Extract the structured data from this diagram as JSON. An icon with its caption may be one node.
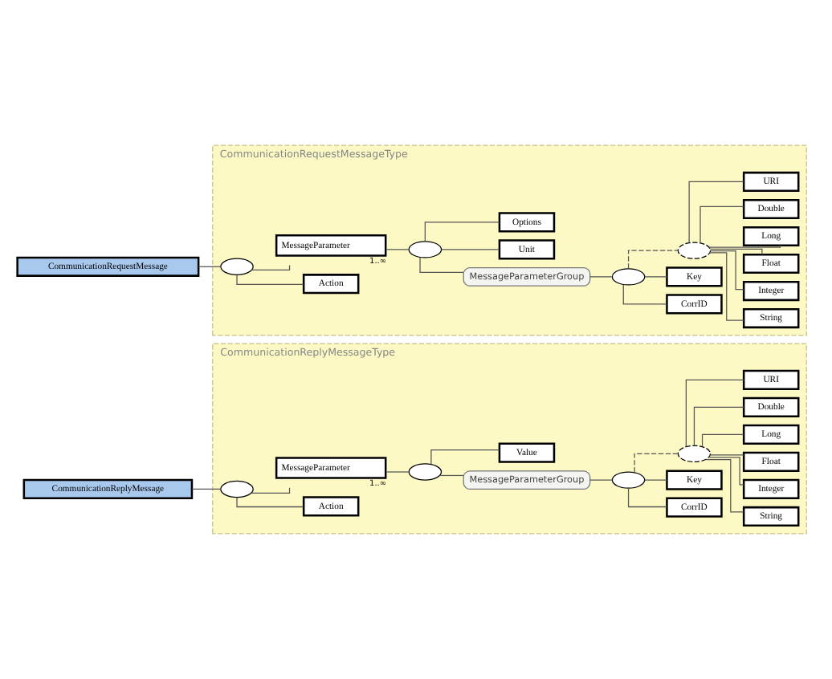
{
  "diagram": {
    "nodes": [
      {
        "text": [
          "CommunicationReplyMessage"
        ]
      },
      {
        "text": [
          "CommunicationReplyMessageType"
        ]
      },
      {
        "text": [],
        "shape": "oval",
        "in": 1
      },
      {
        "text": [
          "Action"
        ],
        "in": 1
      },
      {
        "text": [
          "MessageParameter"
        ],
        "in": 1,
        "beside": [
          "1..∞"
        ]
      },
      {
        "text": [],
        "shape": "oval",
        "in": 1
      },
      {
        "text": [
          "MessageParameterGroup"
        ],
        "in": 1
      },
      {
        "text": [],
        "shape": "oval",
        "in": 1
      },
      {
        "text": [
          "CorrID"
        ],
        "in": 1
      },
      {
        "text": [
          "Key"
        ],
        "in": 1
      },
      {
        "text": [],
        "shape": "oval",
        "in": 1
      },
      {
        "text": [
          "String"
        ],
        "in": 1
      },
      {
        "text": [
          "Integer"
        ],
        "in": 1
      },
      {
        "text": [
          "Float"
        ],
        "in": 1
      },
      {
        "text": [
          "Long"
        ],
        "in": 1
      },
      {
        "text": [
          "Double"
        ],
        "in": 1
      },
      {
        "text": [
          "URI"
        ],
        "in": 1
      },
      {
        "text": [
          "Value"
        ],
        "in": 1
      },
      {
        "text": [
          "CommunicationRequestMessage"
        ]
      },
      {
        "text": [
          "CommunicationRequestMessageType"
        ]
      },
      {
        "text": [],
        "shape": "oval",
        "in": 19
      },
      {
        "text": [
          "Action"
        ],
        "in": 19
      },
      {
        "text": [
          "MessageParameter"
        ],
        "in": 19,
        "beside": [
          "1..∞"
        ]
      },
      {
        "text": [],
        "shape": "oval",
        "in": 19
      },
      {
        "text": [
          "MessageParameterGroup"
        ],
        "in": 19
      },
      {
        "text": [],
        "shape": "oval",
        "in": 19
      },
      {
        "text": [
          "CorrID"
        ],
        "in": 19
      },
      {
        "text": [
          "Key"
        ],
        "in": 19
      },
      {
        "text": [],
        "shape": "oval",
        "in": 19
      },
      {
        "text": [
          "String"
        ],
        "in": 19
      },
      {
        "text": [
          "Integer"
        ],
        "in": 19
      },
      {
        "text": [
          "Float"
        ],
        "in": 19
      },
      {
        "text": [
          "Long"
        ],
        "in": 19
      },
      {
        "text": [
          "Double"
        ],
        "in": 19
      },
      {
        "text": [
          "URI"
        ],
        "in": 19
      },
      {
        "text": [
          "Unit"
        ],
        "in": 19
      },
      {
        "text": [
          "Options"
        ],
        "in": 19
      }
    ],
    "edges": [
      {
        "from": 0,
        "to": 2,
        "arrow": "none"
      },
      {
        "from": 2,
        "to": 3,
        "arrow": "none"
      },
      {
        "from": 2,
        "to": 4,
        "arrow": "none"
      },
      {
        "from": 4,
        "to": 5,
        "arrow": "none"
      },
      {
        "from": 5,
        "to": 6,
        "arrow": "none"
      },
      {
        "from": 5,
        "to": 17,
        "arrow": "none"
      },
      {
        "from": 6,
        "to": 7,
        "arrow": "none"
      },
      {
        "from": 7,
        "to": 8,
        "arrow": "none"
      },
      {
        "from": 7,
        "to": 9,
        "arrow": "none"
      },
      {
        "from": 7,
        "to": 10,
        "arrow": "none",
        "style": "dashed"
      },
      {
        "from": 10,
        "to": 11,
        "arrow": "none"
      },
      {
        "from": 10,
        "to": 12,
        "arrow": "none"
      },
      {
        "from": 10,
        "to": 13,
        "arrow": "none"
      },
      {
        "from": 10,
        "to": 14,
        "arrow": "none"
      },
      {
        "from": 10,
        "to": 15,
        "arrow": "none"
      },
      {
        "from": 10,
        "to": 16,
        "arrow": "none"
      },
      {
        "from": 18,
        "to": 20,
        "arrow": "none"
      },
      {
        "from": 20,
        "to": 21,
        "arrow": "none"
      },
      {
        "from": 20,
        "to": 22,
        "arrow": "none"
      },
      {
        "from": 22,
        "to": 23,
        "arrow": "none"
      },
      {
        "from": 23,
        "to": 24,
        "arrow": "none"
      },
      {
        "from": 23,
        "to": 35,
        "arrow": "none"
      },
      {
        "from": 23,
        "to": 36,
        "arrow": "none"
      },
      {
        "from": 24,
        "to": 25,
        "arrow": "none"
      },
      {
        "from": 25,
        "to": 26,
        "arrow": "none"
      },
      {
        "from": 25,
        "to": 27,
        "arrow": "none"
      },
      {
        "from": 25,
        "to": 28,
        "arrow": "none",
        "style": "dashed"
      },
      {
        "from": 28,
        "to": 29,
        "arrow": "none"
      },
      {
        "from": 28,
        "to": 30,
        "arrow": "none"
      },
      {
        "from": 28,
        "to": 31,
        "arrow": "none"
      },
      {
        "from": 28,
        "to": 32,
        "arrow": "none"
      },
      {
        "from": 28,
        "to": 33,
        "arrow": "none"
      },
      {
        "from": 28,
        "to": 34,
        "arrow": "none"
      }
    ]
  }
}
